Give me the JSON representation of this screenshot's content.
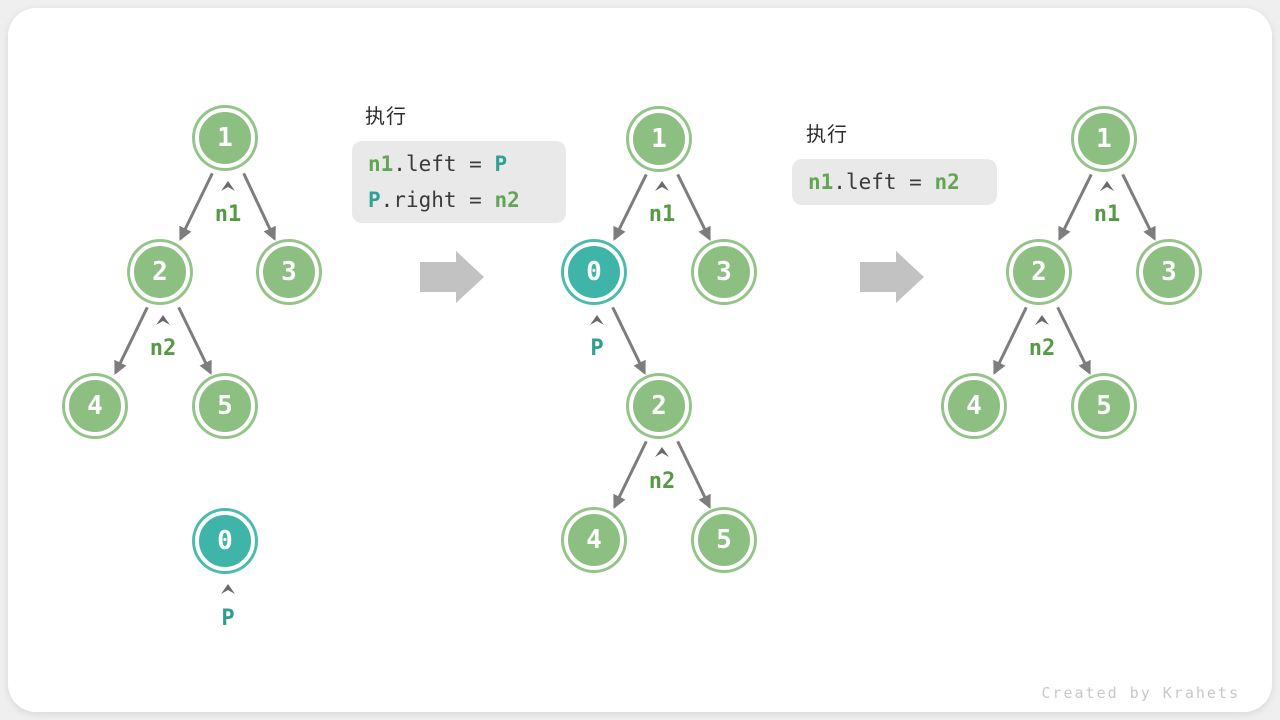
{
  "colors": {
    "node_green": "#8dbf82",
    "node_teal": "#3fb5a9",
    "label_green": "#579a46",
    "label_teal": "#2f9d8f",
    "code_green": "#62a554",
    "code_teal": "#2fa294",
    "edge_gray": "#7d7d7d",
    "step_arrow_gray": "#c2c2c2",
    "code_box_bg": "#e9e9e9",
    "card_bg": "#ffffff",
    "page_bg": "#efefef"
  },
  "code_block_1": {
    "title": "执行",
    "line1": {
      "a": "n1",
      "b": ".left = ",
      "c": "P"
    },
    "line2": {
      "a": "P",
      "b": ".right = ",
      "c": "n2"
    }
  },
  "code_block_2": {
    "title": "执行",
    "line1": {
      "a": "n1",
      "b": ".left = ",
      "c": "n2"
    }
  },
  "tree_left": {
    "node1": "1",
    "node2": "2",
    "node3": "3",
    "node4": "4",
    "node5": "5",
    "node0": "0",
    "ptr_n1": "n1",
    "ptr_n2": "n2",
    "ptr_p": "P"
  },
  "tree_middle": {
    "node1": "1",
    "node0": "0",
    "node3": "3",
    "node2": "2",
    "node4": "4",
    "node5": "5",
    "ptr_n1": "n1",
    "ptr_p": "P",
    "ptr_n2": "n2"
  },
  "tree_right": {
    "node1": "1",
    "node2": "2",
    "node3": "3",
    "node4": "4",
    "node5": "5",
    "ptr_n1": "n1",
    "ptr_n2": "n2"
  },
  "footer": {
    "credit": "Created by Krahets"
  }
}
